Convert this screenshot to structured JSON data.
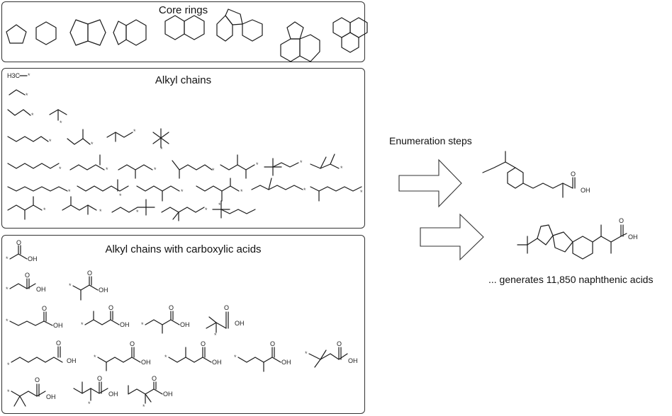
{
  "panels": {
    "core_rings": {
      "title": "Core rings"
    },
    "alkyl_chains": {
      "title": "Alkyl chains",
      "methyl_label": "H3C"
    },
    "carboxylic": {
      "title": "Alkyl chains with carboxylic acids",
      "oh_label": "OH",
      "o_label": "O"
    }
  },
  "enumeration": {
    "label": "Enumeration steps",
    "result": "... generates 11,850 naphthenic acids"
  },
  "product_labels": {
    "o": "O",
    "oh": "OH"
  }
}
